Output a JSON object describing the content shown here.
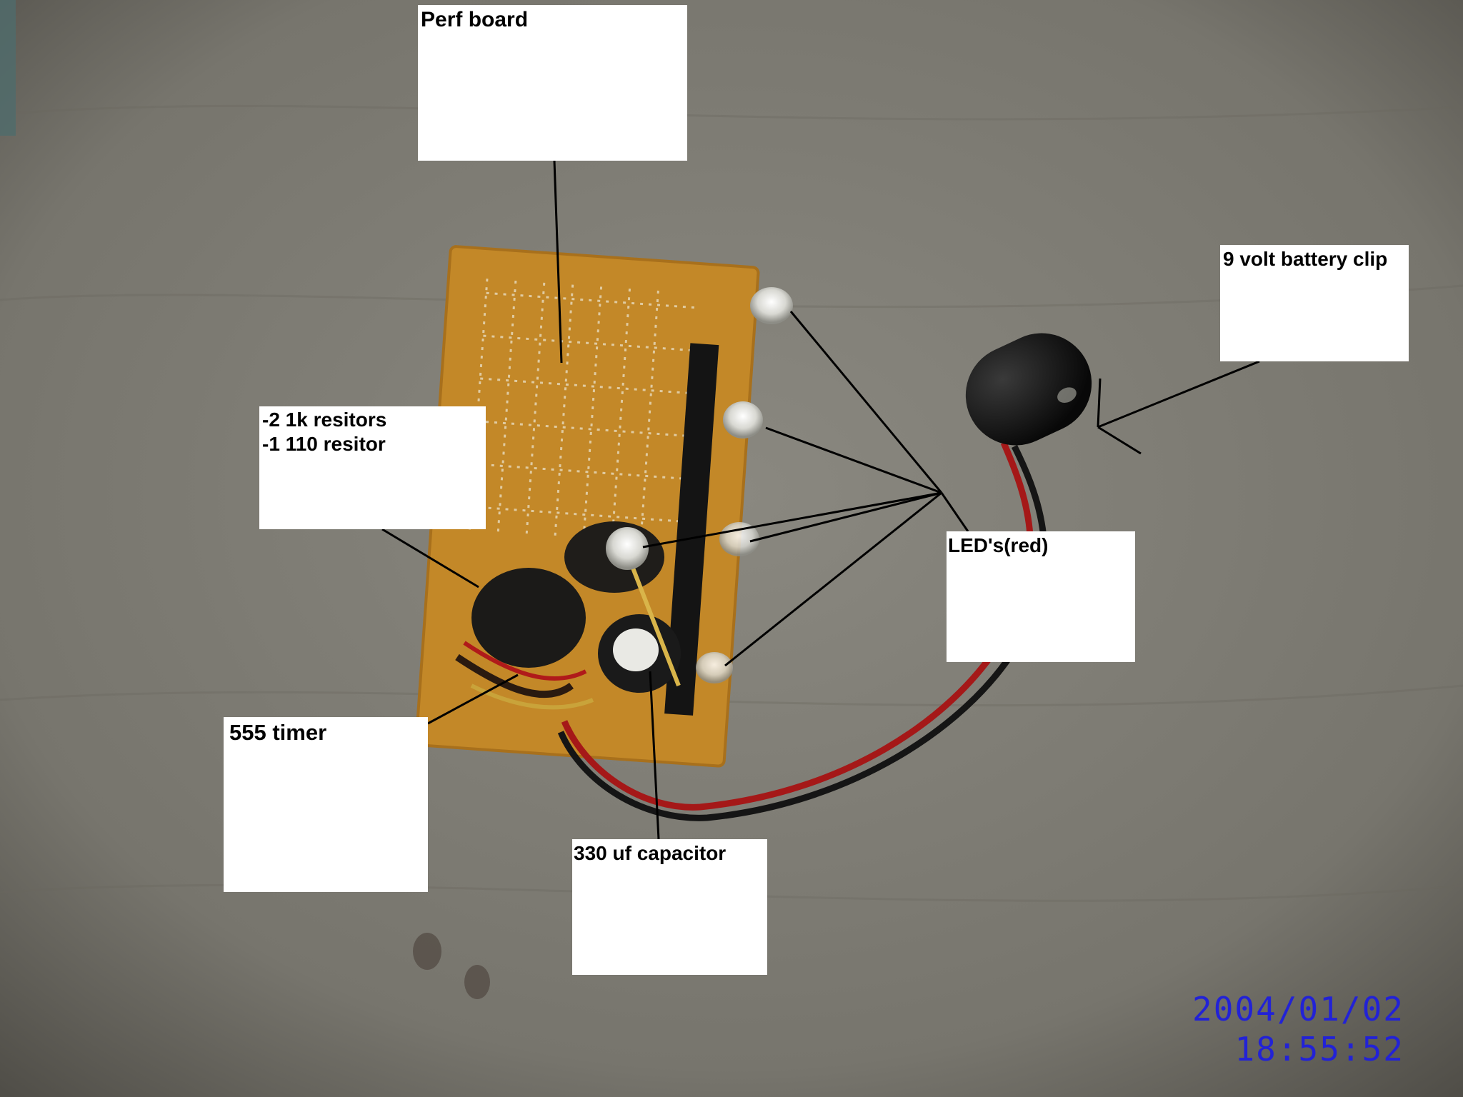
{
  "labels": {
    "perf_board": "Perf board",
    "resistors": [
      "-2 1k resitors",
      "-1 110 resitor"
    ],
    "battery_clip": "9 volt battery clip",
    "leds": "LED's(red)",
    "timer": "555 timer",
    "capacitor": "330 uf capacitor"
  },
  "timestamp": {
    "date": "2004/01/02",
    "time": "18:55:52"
  },
  "colors": {
    "label_background": "#ffffff",
    "label_text": "#000000",
    "timestamp_text": "#2222d6",
    "pointer_lines": "#000000",
    "board": "#c98c2a",
    "battery_clip": "#141414",
    "wire_red": "#a51818",
    "wire_black": "#151515"
  }
}
